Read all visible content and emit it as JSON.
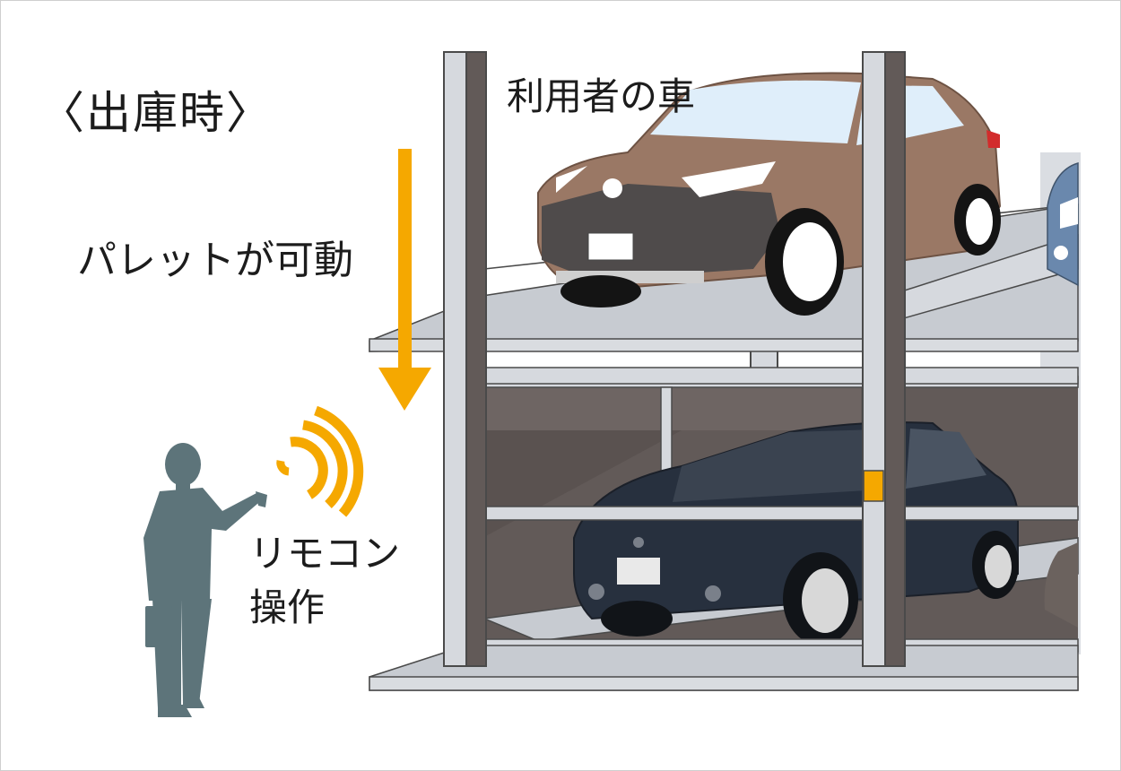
{
  "title": "〈出庫時〉",
  "labels": {
    "user_car": "利用者の車",
    "pallet_movable": "パレットが可動",
    "remote_line1": "リモコン",
    "remote_line2": "操作"
  },
  "colors": {
    "background": "#ffffff",
    "arrow": "#f5a800",
    "signal_waves": "#f5a800",
    "user_car_body": "#9a7865",
    "lower_car_body": "#27303e",
    "person_silhouette": "#5d747a",
    "structure_steel": "#d6d9de",
    "pit_wall": "#625a58"
  },
  "icons": [
    "down-arrow-icon",
    "wireless-signal-icon",
    "person-icon"
  ]
}
